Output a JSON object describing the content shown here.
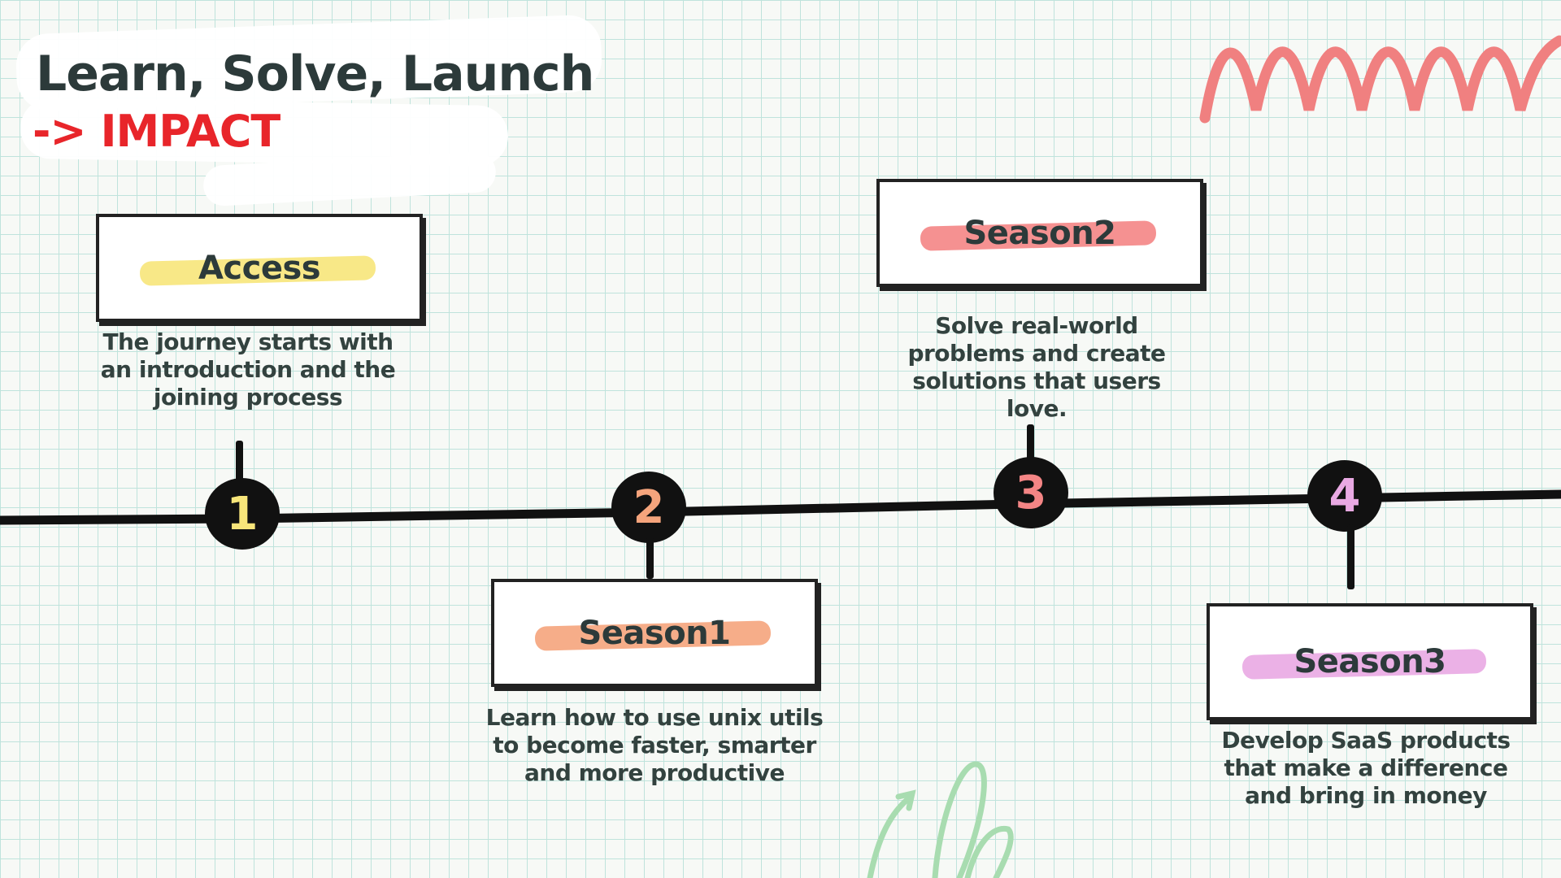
{
  "title": "Learn, Solve, Launch",
  "subtitle": "-> IMPACT",
  "colors": {
    "background": "#f7f9f6",
    "grid": "#bfe3dc",
    "line": "#111111",
    "title": "#2c3a3a",
    "subtitle": "#e8252a",
    "zigzag": "#f08080",
    "plant": "#a8dcb0"
  },
  "milestones": [
    {
      "number": "1",
      "label": "Access",
      "description": "The journey starts with an introduction and the joining process",
      "highlight": "#f7e57a",
      "number_color": "#f7e57a"
    },
    {
      "number": "2",
      "label": "Season1",
      "description": "Learn how to use unix utils to become faster, smarter and more productive",
      "highlight": "#f5a47c",
      "number_color": "#f5a47c"
    },
    {
      "number": "3",
      "label": "Season2",
      "description": "Solve real-world problems and create solutions that users love.",
      "highlight": "#f48585",
      "number_color": "#f48585"
    },
    {
      "number": "4",
      "label": "Season3",
      "description": "Develop SaaS products that make a difference and bring in money",
      "highlight": "#e9a9e3",
      "number_color": "#e9a9e3"
    }
  ]
}
